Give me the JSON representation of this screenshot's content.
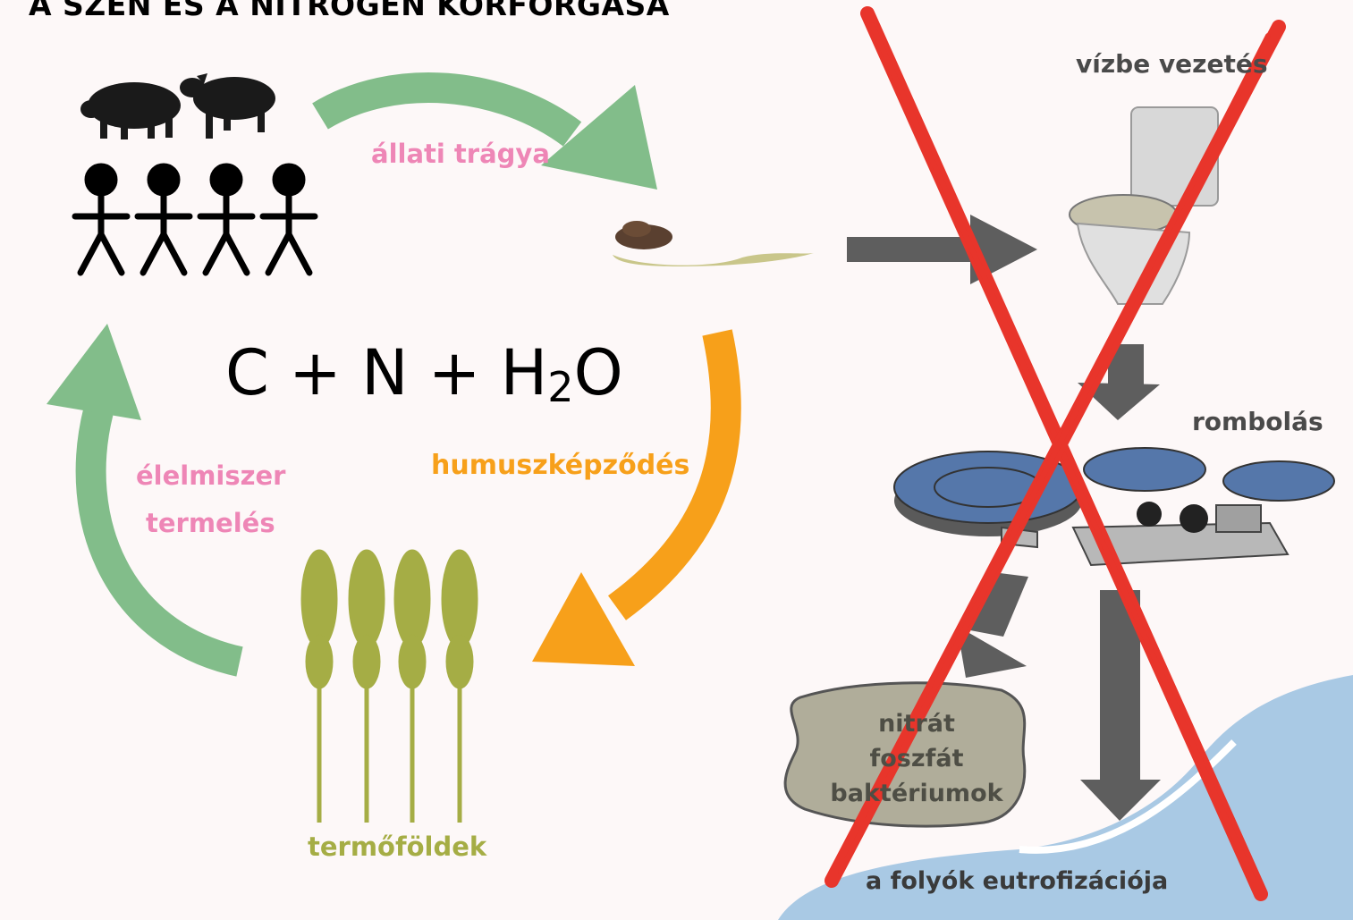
{
  "title": "A SZÉN ÉS A NITROGÉN KÖRFORGÁSA",
  "cycle": {
    "formula": {
      "c": "C",
      "plus1": "+",
      "n": "N",
      "plus2": "+",
      "h": "H",
      "sub": "2",
      "o": "O"
    },
    "animal_manure_label": "állati trágya",
    "humus_label": "humuszképződés",
    "food_production_label_line1": "élelmiszer",
    "food_production_label_line2": "termelés",
    "farmland_label": "termőföldek"
  },
  "rejected_path": {
    "water_discharge_label": "vízbe vezetés",
    "destruction_label": "rombolás",
    "residue_line1": "nitrát",
    "residue_line2": "foszfát",
    "residue_line3": "baktériumok",
    "river_label": "a folyók eutrofizációja"
  },
  "colors": {
    "green_arrow": "#82bd8a",
    "orange_arrow": "#f7a01a",
    "grey_arrow": "#5e5e5e",
    "cross": "#e8352b",
    "river": "#a9c9e4",
    "wheat": "#a5ad45",
    "plant_blue": "#5577aa"
  }
}
